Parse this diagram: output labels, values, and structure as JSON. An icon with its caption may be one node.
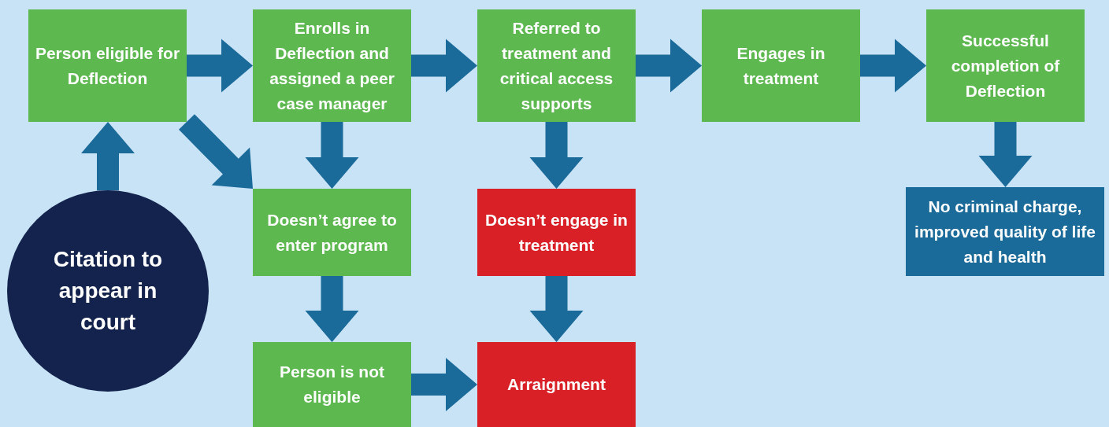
{
  "diagram": {
    "nodes": [
      {
        "text": [
          "Person eligible for Deflection"
        ]
      },
      {
        "text": [
          "Enrolls in Deflection and assigned a peer case manager"
        ]
      },
      {
        "text": [
          "Referred to treatment and critical access supports"
        ]
      },
      {
        "text": [
          "Engages in treatment"
        ]
      },
      {
        "text": [
          "Successful completion of Deflection"
        ]
      },
      {
        "text": [
          "Citation to appear in court"
        ]
      },
      {
        "text": [
          "Doesn’t agree to enter program"
        ]
      },
      {
        "text": [
          "Doesn’t engage in treatment"
        ]
      },
      {
        "text": [
          "No criminal charge, improved quality of life and health"
        ]
      },
      {
        "text": [
          "Person is not eligible"
        ]
      },
      {
        "text": [
          "Arraignment"
        ]
      }
    ],
    "edges": [
      {
        "from": 5,
        "to": 0,
        "arrow": "to"
      },
      {
        "from": 0,
        "to": 1,
        "arrow": "to"
      },
      {
        "from": 1,
        "to": 2,
        "arrow": "to"
      },
      {
        "from": 2,
        "to": 3,
        "arrow": "to"
      },
      {
        "from": 3,
        "to": 4,
        "arrow": "to"
      },
      {
        "from": 0,
        "to": 6,
        "arrow": "to"
      },
      {
        "from": 1,
        "to": 6,
        "arrow": "to"
      },
      {
        "from": 2,
        "to": 7,
        "arrow": "to"
      },
      {
        "from": 4,
        "to": 8,
        "arrow": "to"
      },
      {
        "from": 6,
        "to": 9,
        "arrow": "to"
      },
      {
        "from": 7,
        "to": 10,
        "arrow": "to"
      },
      {
        "from": 9,
        "to": 10,
        "arrow": "to"
      }
    ]
  }
}
